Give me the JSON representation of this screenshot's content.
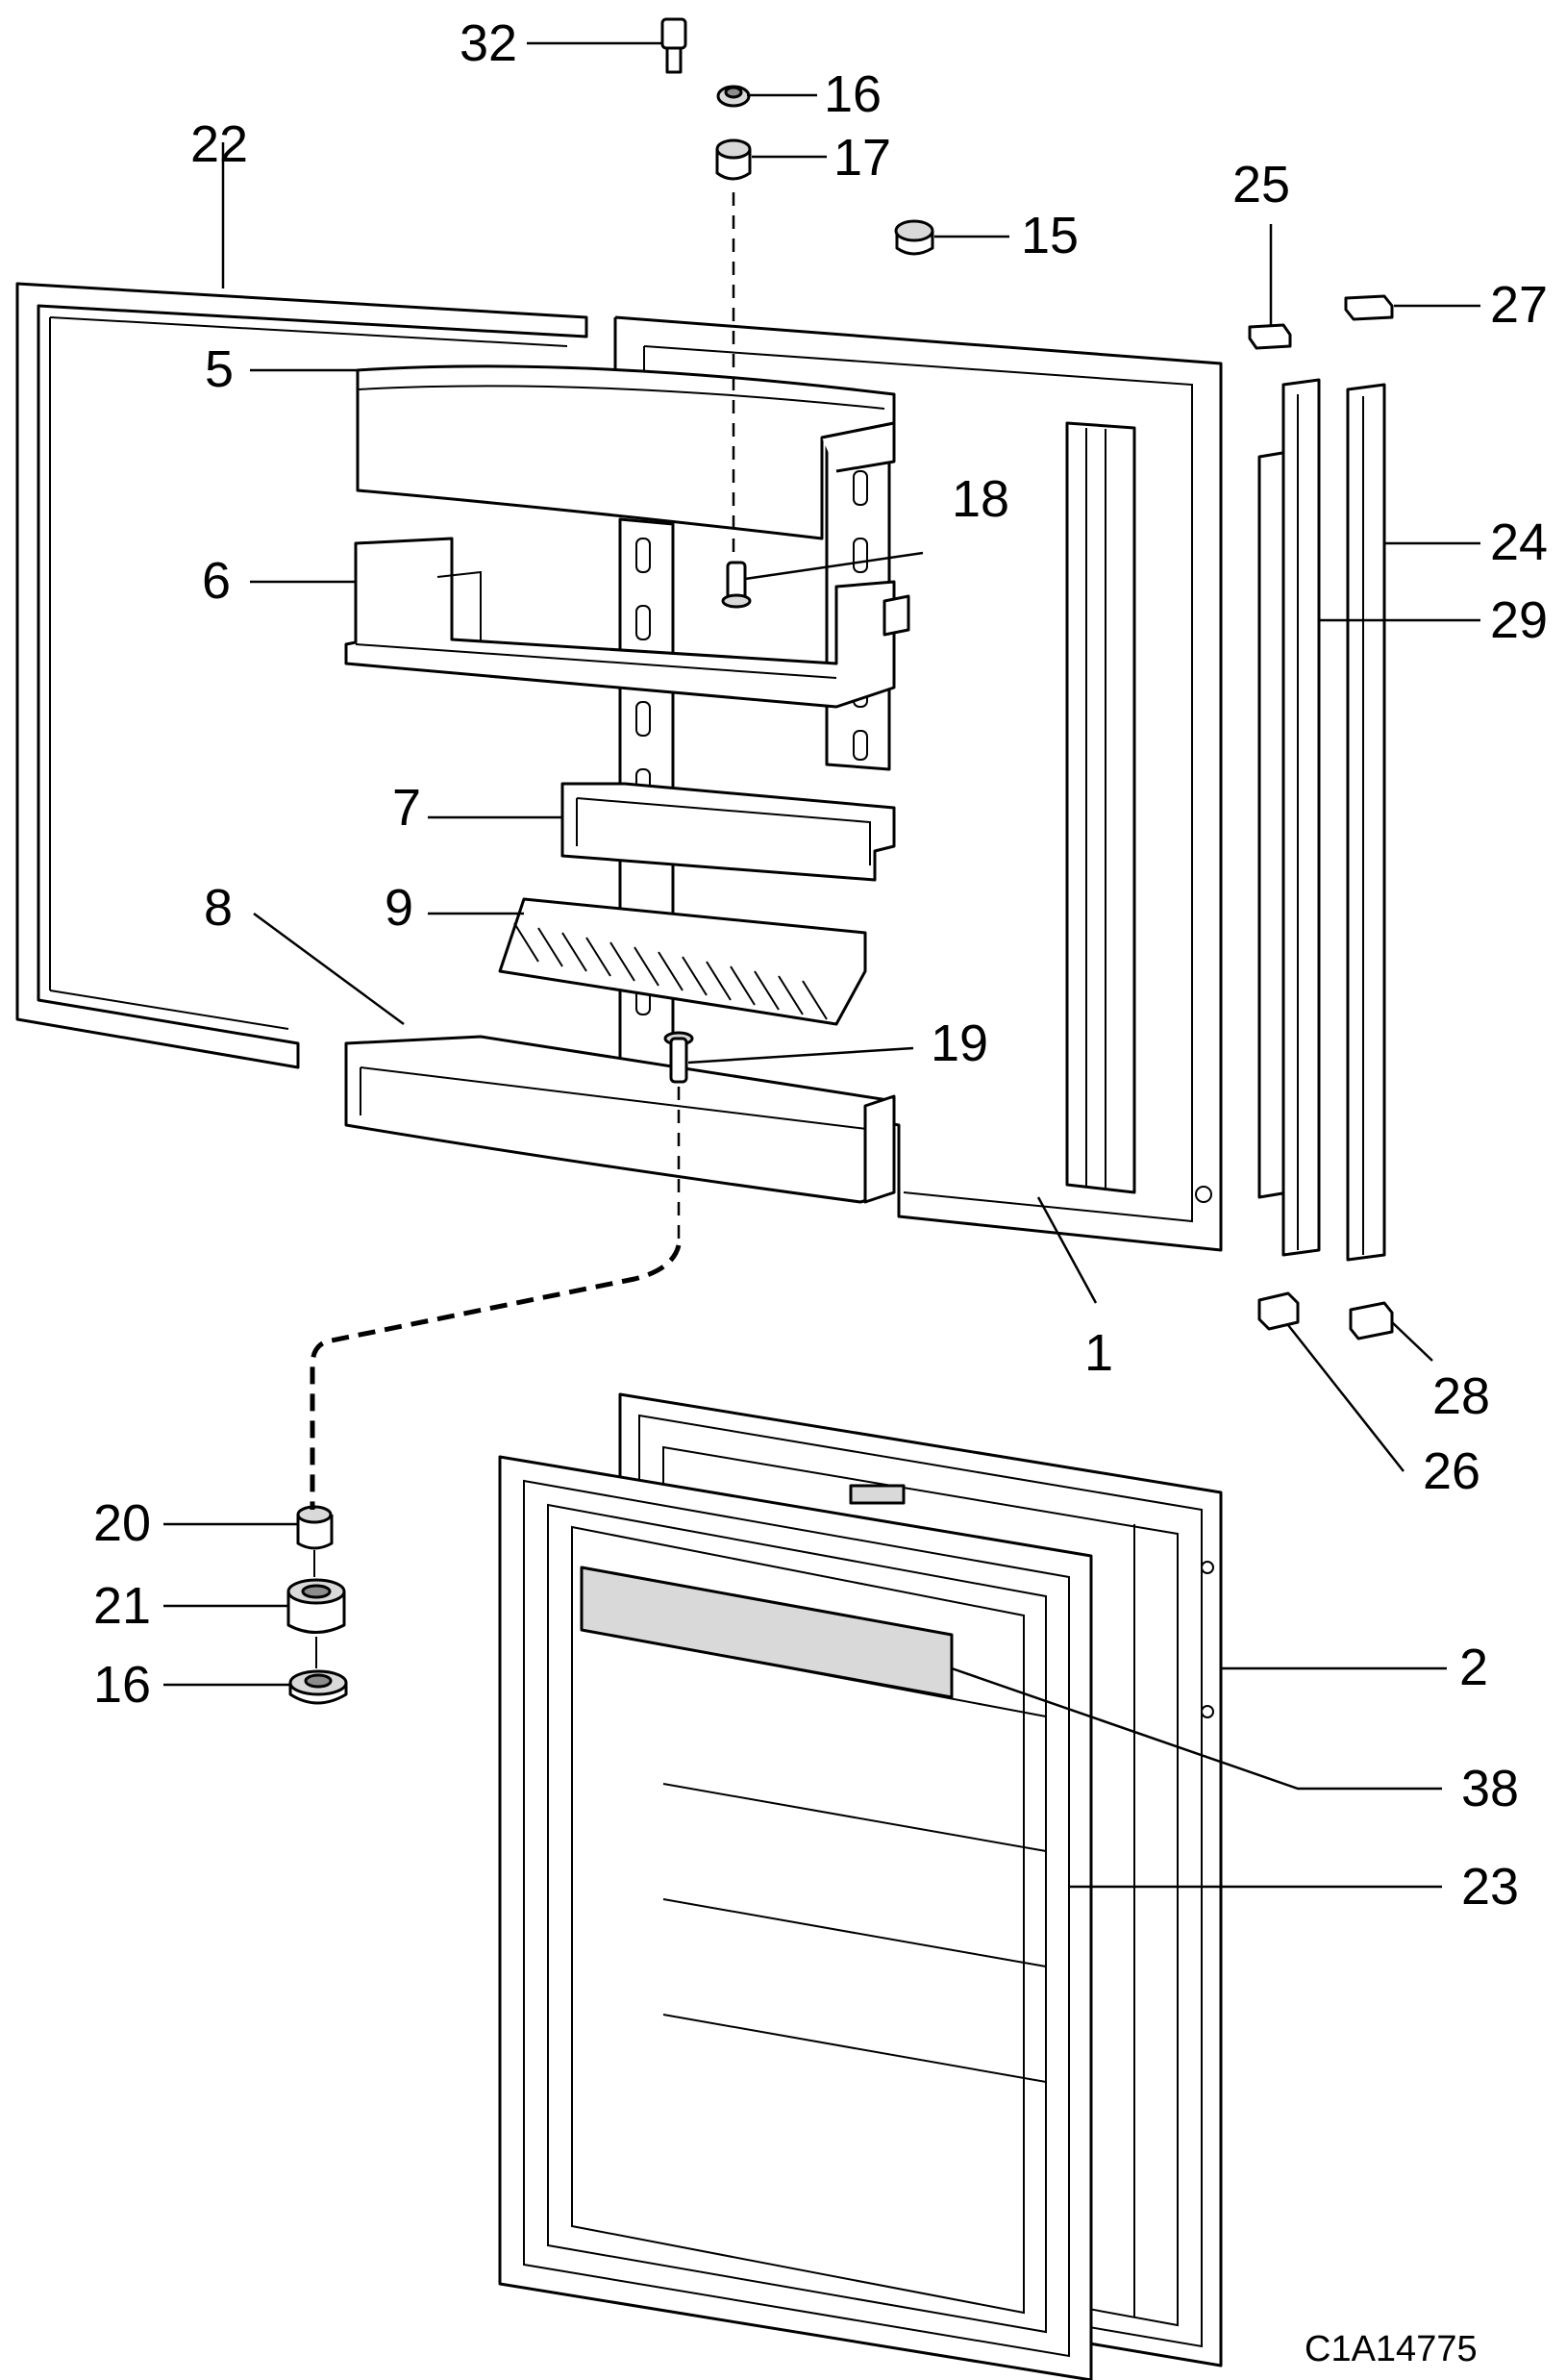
{
  "drawing_code": "C1A14775",
  "callouts": {
    "c1": "1",
    "c2": "2",
    "c5": "5",
    "c6": "6",
    "c7": "7",
    "c8": "8",
    "c9": "9",
    "c15": "15",
    "c16a": "16",
    "c16b": "16",
    "c17": "17",
    "c18": "18",
    "c19": "19",
    "c20": "20",
    "c21": "21",
    "c22": "22",
    "c23": "23",
    "c24": "24",
    "c25": "25",
    "c26": "26",
    "c27": "27",
    "c28": "28",
    "c29": "29",
    "c32": "32",
    "c38": "38"
  }
}
